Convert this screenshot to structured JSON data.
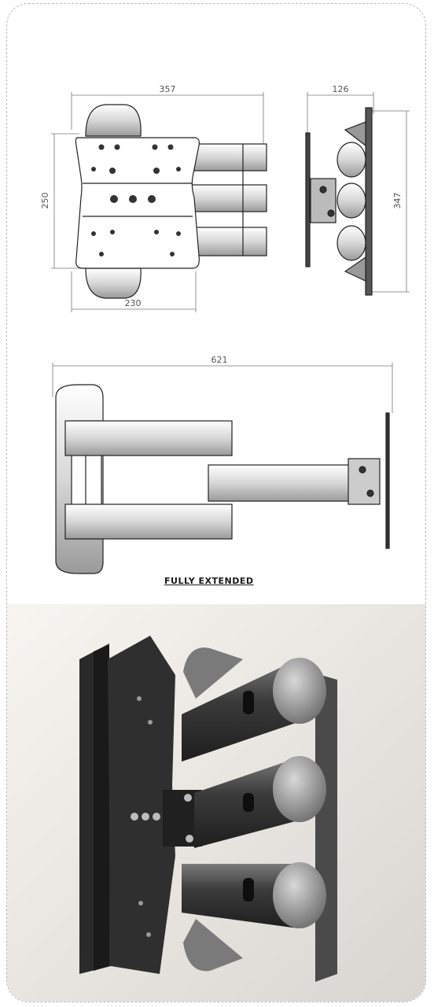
{
  "front_view": {
    "width_label": "357",
    "height_label": "250",
    "bottom_label": "230"
  },
  "side_view": {
    "depth_label": "126",
    "height_label": "347"
  },
  "extended_view": {
    "length_label": "621",
    "caption": "FULLY EXTENDED"
  },
  "photo": {
    "icon": "tv-wall-mount-photo"
  }
}
